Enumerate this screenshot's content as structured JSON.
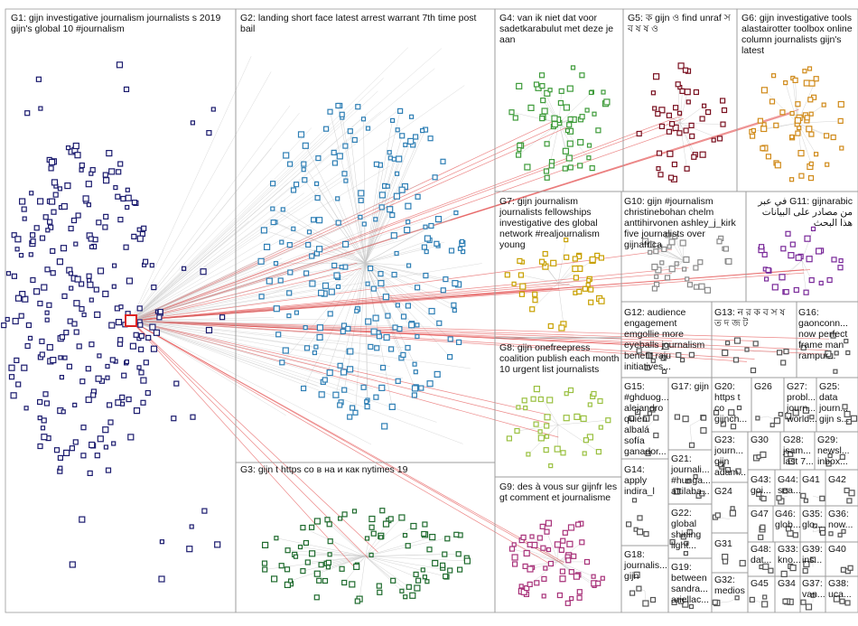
{
  "groups": [
    {
      "id": "G1",
      "label": "G1: gijn investigative journalism journalists s 2019 gijn's global 10 #journalism",
      "color": "#1b1b6e"
    },
    {
      "id": "G2",
      "label": "G2: landing short face latest arrest warrant 7th time post bail",
      "color": "#2f7fb5"
    },
    {
      "id": "G3",
      "label": "G3: gijn t https co в на и как nytimes 19",
      "color": "#1f6b2e"
    },
    {
      "id": "G4",
      "label": "G4: van ik niet dat voor sadetkarabulut met deze je aan",
      "color": "#3e9b3a"
    },
    {
      "id": "G5",
      "label": "G5: ক gijn ও find unraf স ব ষ ষ ও",
      "color": "#7a1020"
    },
    {
      "id": "G6",
      "label": "G6: gijn investigative tools alastairotter toolbox online column journalists gijn's latest",
      "color": "#d08a1a"
    },
    {
      "id": "G7",
      "label": "G7: gijn journalism journalists fellowships investigative des global network #realjournalism young",
      "color": "#c8a000"
    },
    {
      "id": "G8",
      "label": "G8: gijn onefreepress coalition publish each month 10 urgent list journalists",
      "color": "#9ac040"
    },
    {
      "id": "G9",
      "label": "G9: des à vous sur gijnfr les gt comment et journalisme",
      "color": "#a8327a"
    },
    {
      "id": "G10",
      "label": "G10: gijn #journalism christinebohan chelm anttihirvonen ashley_j_kirk five journalists over gijnafrica",
      "color": "#8a8a8a"
    },
    {
      "id": "G11",
      "label": "G11: gijnarabic في عبر من مصادر على البيانات هذا البحث",
      "color": "#7a2a9a"
    },
    {
      "id": "G12",
      "label": "G12: audience engagement emgollie more eyeballs journalism benefit raju initiatives...",
      "color": "#555555"
    },
    {
      "id": "G13",
      "label": "G13: ন র ক ব স ষ ত দ জ ট",
      "color": "#555555"
    },
    {
      "id": "G14",
      "label": "G14: apply indira_l",
      "color": "#555555"
    },
    {
      "id": "G15",
      "label": "G15: #ghduog... alejandro quién albalá sofía ganador...",
      "color": "#555555"
    },
    {
      "id": "G16",
      "label": "G16: gaonconn... now perfect frame man rampur...",
      "color": "#555555"
    },
    {
      "id": "G17",
      "label": "G17: gijn",
      "color": "#555555"
    },
    {
      "id": "G18",
      "label": "G18: journalis... gijn",
      "color": "#555555"
    },
    {
      "id": "G19",
      "label": "G19: between sandra... ariellac...",
      "color": "#555555"
    },
    {
      "id": "G20",
      "label": "G20: https t co gijnch...",
      "color": "#555555"
    },
    {
      "id": "G21",
      "label": "G21: journali... #hunga... attilaba...",
      "color": "#555555"
    },
    {
      "id": "G22",
      "label": "G22: global shining light...",
      "color": "#555555"
    },
    {
      "id": "G23",
      "label": "G23: journ... gijn adam...",
      "color": "#555555"
    },
    {
      "id": "G24",
      "label": "G24",
      "color": "#555555"
    },
    {
      "id": "G25",
      "label": "G25: data journ... gijn s...",
      "color": "#555555"
    },
    {
      "id": "G26",
      "label": "G26",
      "color": "#555555"
    },
    {
      "id": "G27",
      "label": "G27: probl... journ... world...",
      "color": "#555555"
    },
    {
      "id": "G28",
      "label": "G28: jsam... last 7...",
      "color": "#555555"
    },
    {
      "id": "G29",
      "label": "G29: newsl... inbox...",
      "color": "#555555"
    },
    {
      "id": "G30",
      "label": "G30",
      "color": "#555555"
    },
    {
      "id": "G31",
      "label": "G31",
      "color": "#555555"
    },
    {
      "id": "G32",
      "label": "G32: medios",
      "color": "#555555"
    },
    {
      "id": "G33",
      "label": "G33: kno...",
      "color": "#555555"
    },
    {
      "id": "G34",
      "label": "G34",
      "color": "#555555"
    },
    {
      "id": "G35",
      "label": "G35: glo...",
      "color": "#555555"
    },
    {
      "id": "G36",
      "label": "G36: now...",
      "color": "#555555"
    },
    {
      "id": "G37",
      "label": "G37: van...",
      "color": "#555555"
    },
    {
      "id": "G38",
      "label": "G38: uca...",
      "color": "#555555"
    },
    {
      "id": "G39",
      "label": "G39: ins...",
      "color": "#555555"
    },
    {
      "id": "G40",
      "label": "G40",
      "color": "#555555"
    },
    {
      "id": "G41",
      "label": "G41",
      "color": "#555555"
    },
    {
      "id": "G42",
      "label": "G42",
      "color": "#555555"
    },
    {
      "id": "G43",
      "label": "G43: goi...",
      "color": "#555555"
    },
    {
      "id": "G44",
      "label": "G44: sea...",
      "color": "#555555"
    },
    {
      "id": "G45",
      "label": "G45",
      "color": "#555555"
    },
    {
      "id": "G46",
      "label": "G46: glob...",
      "color": "#555555"
    },
    {
      "id": "G47",
      "label": "G47",
      "color": "#555555"
    },
    {
      "id": "G48",
      "label": "G48: dat...",
      "color": "#555555"
    }
  ],
  "colors": {
    "background": "#ffffff",
    "border": "#9a9a9a",
    "edge": "#c8c8c8",
    "hub_edge": "#dd2222"
  }
}
